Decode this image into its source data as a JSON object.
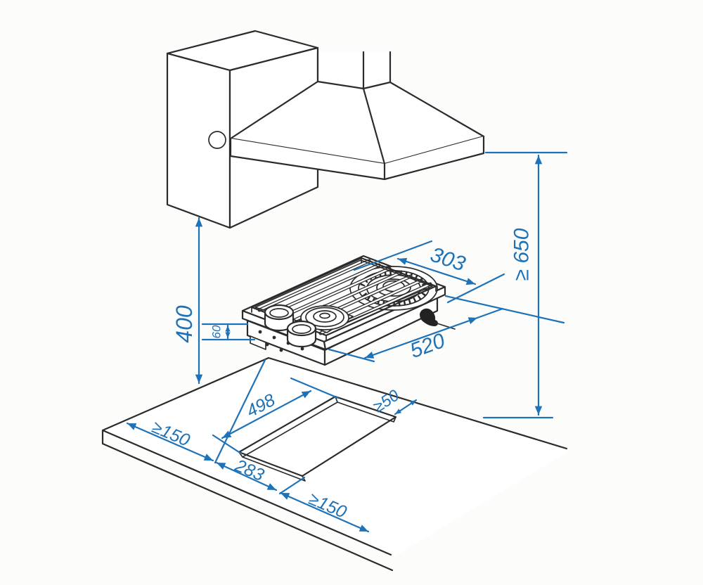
{
  "diagram": {
    "kind": "installation-drawing",
    "accent_color": "#1d72b8",
    "line_color": "#2b2b2b",
    "labels": {
      "hob_depth": "303",
      "hob_width": "520",
      "worktop_to_cabinet": "400",
      "hob_buildin_depth": "60",
      "hood_min_clearance": "≥ 650",
      "cutout_length": "498",
      "cutout_rear_clearance": "≥50",
      "cutout_width": "283",
      "left_clearance": "≥150",
      "front_clearance": "≥150"
    }
  }
}
